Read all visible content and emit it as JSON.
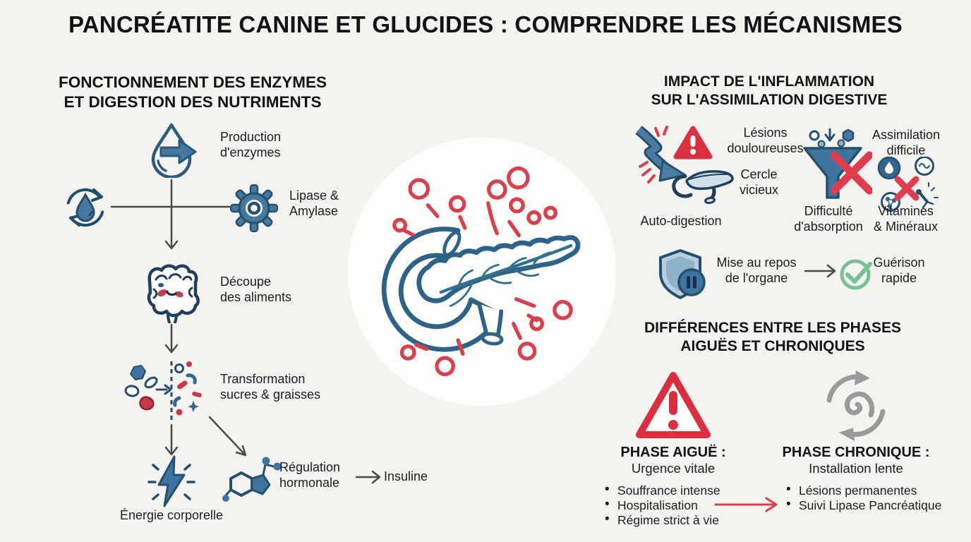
{
  "title": "PANCRÉATITE CANINE ET GLUCIDES : COMPRENDRE LES MÉCANISMES",
  "enzyme_section": {
    "heading": "FONCTIONNEMENT DES ENZYMES\nET DIGESTION DES NUTRIMENTS",
    "production_label": "Production\nd'enzymes",
    "lipase_label": "Lipase &\nAmylase",
    "decoupe_label": "Découpe\ndes aliments",
    "transformation_label": "Transformation\nsucres & graisses",
    "regulation_label": "Régulation\nhormonale",
    "insuline_label": "Insuline",
    "energie_label": "Énergie corporelle"
  },
  "inflammation_section": {
    "heading": "IMPACT DE L'INFLAMMATION\nSUR L'ASSIMILATION DIGESTIVE",
    "lesions_label": "Lésions\ndouloureuses",
    "cercle_label": "Cercle\nvicieux",
    "autodigestion_label": "Auto-digestion",
    "assimilation_label": "Assimilation\ndifficile",
    "difficulte_label": "Difficulté\nd'absorption",
    "vitamines_label": "Vitamines\n& Minéraux",
    "repos_label": "Mise au repos\nde l'organe",
    "guerison_label": "Guérison\nrapide"
  },
  "phases_section": {
    "heading": "DIFFÉRENCES ENTRE LES PHASES\nAIGUËS ET CHRONIQUES",
    "acute": {
      "title": "PHASE AIGUË :",
      "subtitle": "Urgence vitale",
      "bullets": [
        "Souffrance intense",
        "Hospitalisation",
        "Régime strict à vie"
      ]
    },
    "chronic": {
      "title": "PHASE CHRONIQUE :",
      "subtitle": "Installation lente",
      "bullets": [
        "Lésions permanentes",
        "Suivi Lipase Pancréatique"
      ]
    }
  },
  "icons": {
    "enzyme_flow": [
      "droplet-arrow-icon",
      "recycle-droplet-icon",
      "gear-icon",
      "intestine-icon",
      "food-particles-icon",
      "lightning-icon",
      "molecule-icon"
    ],
    "inflammation": [
      "strike-arrow-pancreas-icon",
      "warning-triangle-icon",
      "funnel-block-icon",
      "vitamins-block-icon",
      "shield-pause-icon",
      "check-circle-icon"
    ],
    "phases": [
      "warning-triangle-icon",
      "spiral-arrows-icon"
    ],
    "center": "inflamed-pancreas-illustration"
  },
  "colors": {
    "background": "#f4f3f0",
    "ink": "#17171b",
    "blue_stroke": "#2a5b7e",
    "blue_fill": "#47789f",
    "blue_light": "#c6d8e5",
    "red": "#d8404d",
    "red_deep": "#da2f3e",
    "green": "#77c193",
    "gray": "#9b9b9b",
    "connector": "#4a4a4a"
  }
}
